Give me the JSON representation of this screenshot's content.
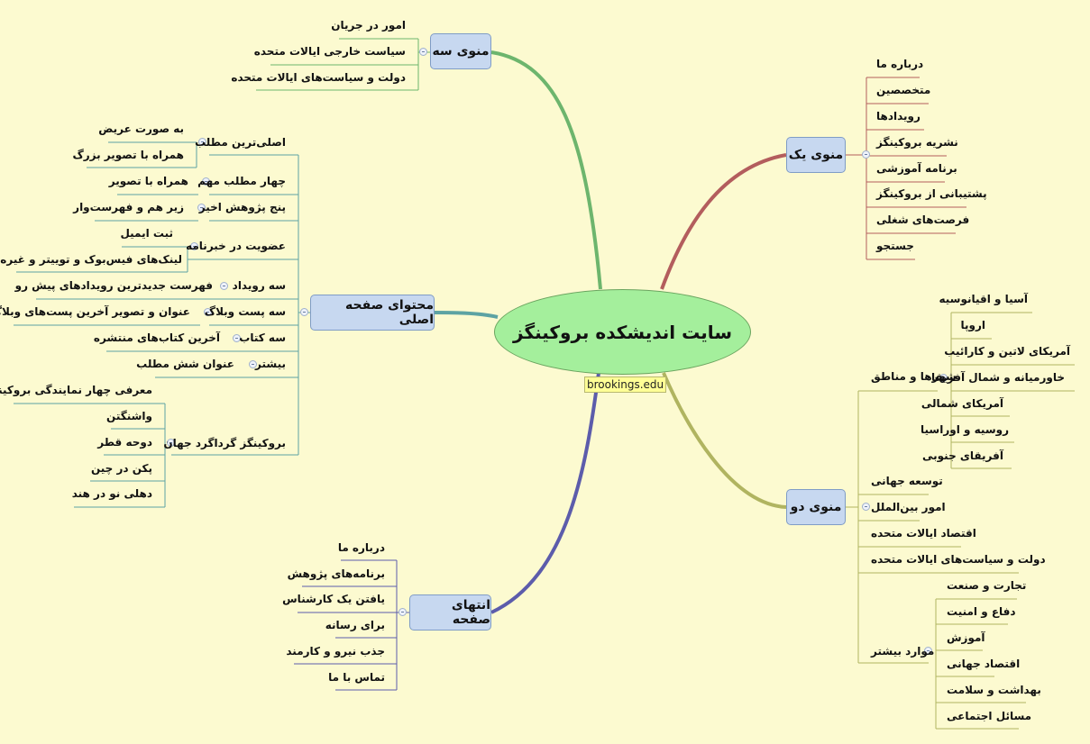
{
  "central": {
    "title": "سایت اندیشکده بروکینگز",
    "link": "brookings.edu"
  },
  "branches": {
    "menu3": {
      "label": "منوی سه",
      "items": [
        "امور در جریان",
        "سیاست خارجی ایالات متحده",
        "دولت و سیاست‌های ایالات متحده"
      ]
    },
    "menu1": {
      "label": "منوی یک",
      "items": [
        "درباره ما",
        "متخصصین",
        "رویدادها",
        "نشریه بروکینگز",
        "برنامه آموزشی",
        "پشتیبانی از بروکینگز",
        "فرصت‌های شغلی",
        "جستجو"
      ]
    },
    "main": {
      "label": "محتوای صفحه اصلی",
      "items": [
        "اصلی‌ترین مطلب",
        "چهار مطلب مهم",
        "پنج پژوهش اخیر",
        "عضویت در خبرنامه",
        "سه رویداد",
        "سه پست وبلاگ",
        "سه کتاب",
        "بیشتر",
        "بروکینگز گرداگرد جهان"
      ],
      "sub": {
        "top_story": [
          "به صورت عریض",
          "همراه با تصویر بزرگ"
        ],
        "four": "همراه با تصویر",
        "five": "زیر هم و فهرست‌وار",
        "newsletter": [
          "ثبت ایمیل",
          "لینک‌های فیس‌بوک و توییتر و غیره"
        ],
        "events": "فهرست جدیدترین رویدادهای پیش رو",
        "blog": "عنوان و تصویر آخرین پست‌های وبلاگ",
        "books": "آخرین کتاب‌های منتشره",
        "more": "عنوان شش مطلب",
        "world": [
          "معرفی چهار نمایندگی بروکینگز",
          "واشنگتن",
          "دوحه قطر",
          "پکن در چین",
          "دهلی نو در هند"
        ]
      }
    },
    "menu2": {
      "label": "منوی دو",
      "regions_label": "شهرها و مناطق",
      "regions": [
        "آسیا و اقیانوسیه",
        "اروپا",
        "آمریکای لاتین و کارائیب",
        "خاورمیانه و شمال آفریقا",
        "آمریکای شمالی",
        "روسیه و اوراسیا",
        "آفریقای جنوبی"
      ],
      "items": [
        "توسعه جهانی",
        "امور بین‌الملل",
        "اقتصاد ایالات متحده",
        "دولت و سیاست‌های ایالات متحده"
      ],
      "more_label": "موارد بیشتر",
      "more": [
        "تجارت و صنعت",
        "دفاع و امنیت",
        "آموزش",
        "اقتصاد جهانی",
        "بهداشت و سلامت",
        "مسائل اجتماعی"
      ]
    },
    "footer": {
      "label": "انتهای صفحه",
      "items": [
        "درباره ما",
        "برنامه‌های پژوهش",
        "یافتن یک کارشناس",
        "برای رسانه",
        "جذب نیرو و کارمند",
        "تماس با ما"
      ]
    }
  },
  "colors": {
    "background": "#fcfad0",
    "node": "#c7d8f0",
    "central": "#a4ef9c",
    "menu3": "#6db56d",
    "menu1": "#b35d5d",
    "main": "#5da3a3",
    "menu2": "#b0b460",
    "footer": "#5c5cab"
  }
}
